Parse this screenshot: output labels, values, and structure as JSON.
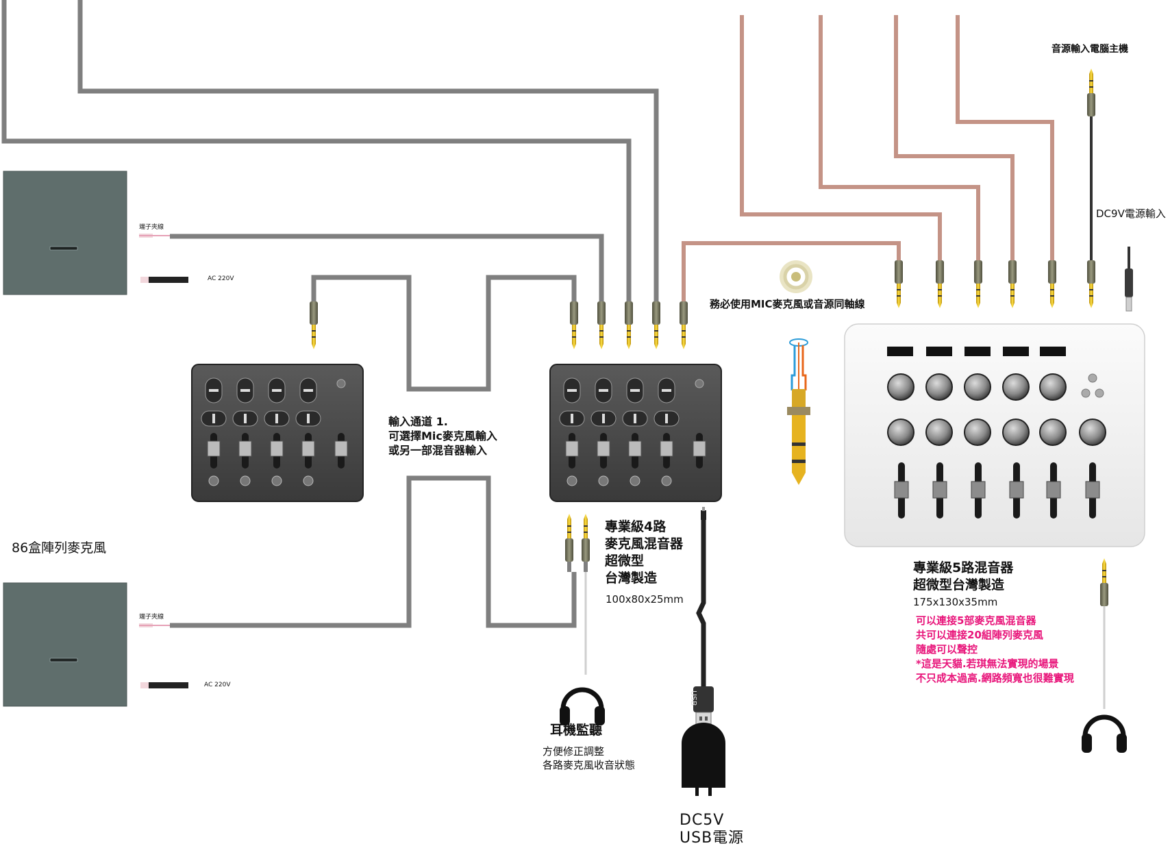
{
  "colors": {
    "cable_gray": "#7f7f7f",
    "cable_coax": "#c49386",
    "mic_box": "#5f6e6c",
    "mixer_dark": "#4a4a4a",
    "mixer_light": "#f1f1f1",
    "plug_gold": "#e8c200",
    "warning_text": "#e8147a"
  },
  "mic_boxes": {
    "label": "86盒陣列麥克風",
    "top": {
      "clip_label": "端子夾線",
      "power_label": "AC 220V"
    },
    "bottom": {
      "clip_label": "端子夾線",
      "power_label": "AC 220V"
    }
  },
  "input_channel": {
    "line1": "輸入通道 1.",
    "line2": "可選擇Mic麥克風輸入",
    "line3": "或另一部混音器輸入"
  },
  "mixer4": {
    "line1": "專業級4路",
    "line2": "麥克風混音器",
    "line3": "超微型",
    "line4": "台灣製造",
    "size": "100x80x25mm"
  },
  "headphone_monitor": {
    "title": "耳機監聽",
    "line1": "方便修正調整",
    "line2": "各路麥克風收音狀態"
  },
  "usb_power": {
    "usb_mark": "USB",
    "line1": "DC5V",
    "line2": "USB電源"
  },
  "coax_note": "務必使用MIC麥克風或音源同軸線",
  "mixer5": {
    "line1": "專業級5路混音器",
    "line2": "超微型台灣製造",
    "size": "175x130x35mm",
    "notes": [
      "可以連接5部麥克風混音器",
      "共可以連接20組陣列麥克風",
      "隨處可以聲控",
      "*這是天貓.若琪無法實現的場景",
      "不只成本過高.網路頻寬也很難實現"
    ]
  },
  "pc_input": "音源輸入電腦主機",
  "dc9v": "DC9V電源輸入"
}
